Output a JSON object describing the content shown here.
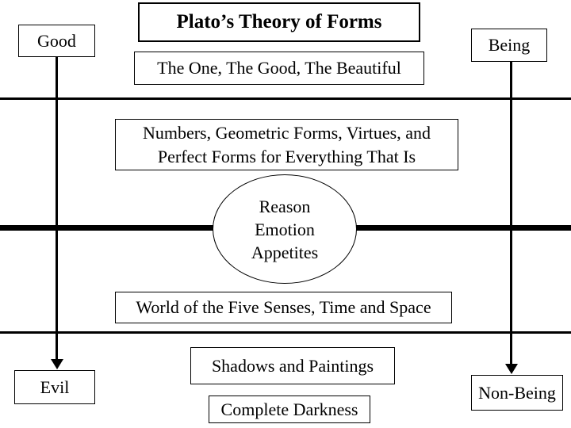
{
  "title": "Plato’s Theory of Forms",
  "upper_world": {
    "good": "Good",
    "being": "Being",
    "one_good_beautiful": "The One, The Good, The Beautiful",
    "forms_line1": "Numbers, Geometric Forms, Virtues, and",
    "forms_line2": "Perfect Forms for Everything That Is"
  },
  "soul": {
    "line1": "Reason",
    "line2": "Emotion",
    "line3": "Appetites"
  },
  "lower_world": {
    "world_of_senses": "World of the Five Senses, Time and Space",
    "shadows": "Shadows and Paintings",
    "darkness": "Complete Darkness",
    "evil": "Evil",
    "non_being": "Non-Being"
  },
  "colors": {
    "line": "#000000",
    "text": "#000000",
    "background": "#ffffff"
  }
}
